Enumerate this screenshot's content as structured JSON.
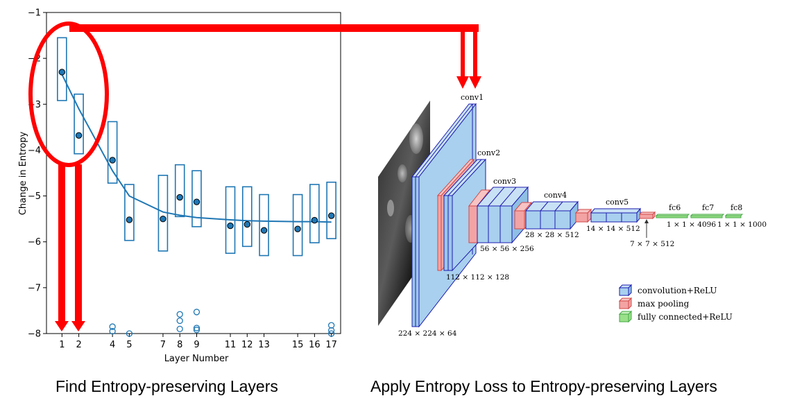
{
  "chart_data": {
    "type": "box-scatter",
    "xlabel": "Layer Number",
    "ylabel": "Change in Entropy",
    "ylim": [
      -8,
      -1
    ],
    "y_ticks": [
      "−1",
      "−2",
      "−3",
      "−4",
      "−5",
      "−6",
      "−7",
      "−8"
    ],
    "x_ticks": [
      "1",
      "2",
      "4",
      "5",
      "7",
      "8",
      "9",
      "11",
      "12",
      "13",
      "15",
      "16",
      "17"
    ],
    "series": [
      {
        "layers": [
          1,
          2,
          4,
          5,
          7,
          8,
          9,
          11,
          12,
          13,
          15,
          16,
          17
        ],
        "box_top": [
          -1.55,
          -2.78,
          -3.38,
          -4.75,
          -4.55,
          -4.32,
          -4.45,
          -4.8,
          -4.8,
          -4.97,
          -4.97,
          -4.75,
          -4.7
        ],
        "box_bottom": [
          -2.92,
          -4.08,
          -4.72,
          -5.97,
          -6.2,
          -5.45,
          -5.67,
          -6.25,
          -6.1,
          -6.3,
          -6.3,
          -6.02,
          -5.93
        ],
        "points": [
          -2.3,
          -3.68,
          -4.22,
          -5.52,
          -5.5,
          -5.03,
          -5.13,
          -5.65,
          -5.62,
          -5.75,
          -5.72,
          -5.53,
          -5.43
        ],
        "trend": [
          -2.35,
          -3.1,
          -4.45,
          -5.0,
          -5.35,
          -5.42,
          -5.47,
          -5.52,
          -5.54,
          -5.55,
          -5.56,
          -5.56,
          -5.57
        ],
        "outliers": [
          {
            "layer": 4,
            "values": [
              -7.85,
              -7.95
            ]
          },
          {
            "layer": 5,
            "values": [
              -8.0
            ]
          },
          {
            "layer": 8,
            "values": [
              -7.58,
              -7.72,
              -7.9
            ]
          },
          {
            "layer": 9,
            "values": [
              -7.53,
              -7.88,
              -7.92
            ]
          },
          {
            "layer": 17,
            "values": [
              -7.82,
              -7.93,
              -8.0
            ]
          }
        ]
      }
    ]
  },
  "colors": {
    "series": "#1f77b4",
    "arrows": "#ff0000",
    "conv_fill": "#a9d0ee",
    "conv_edge": "#1c1cb0",
    "pool_fill": "#f3a3a3",
    "pool_edge": "#d24848",
    "fc_fill": "#9ae08a",
    "fc_edge": "#44a844"
  },
  "network": {
    "stage_labels": [
      "conv1",
      "conv2",
      "conv3",
      "conv4",
      "conv5",
      "fc6",
      "fc7",
      "fc8"
    ],
    "dims": {
      "input": "224 × 224 × 64",
      "conv2": "112 × 112 × 128",
      "conv3": "56 × 56 × 256",
      "conv4": "28 × 28 × 512",
      "conv5": "14 × 14 × 512",
      "pool5": "7 × 7 × 512",
      "fc6": "1 × 1 × 4096",
      "fc8": "1 × 1 × 1000"
    },
    "legend": [
      "convolution+ReLU",
      "max pooling",
      "fully connected+ReLU"
    ]
  },
  "captions": {
    "left": "Find Entropy-preserving Layers",
    "right": "Apply Entropy Loss to Entropy-preserving Layers"
  }
}
